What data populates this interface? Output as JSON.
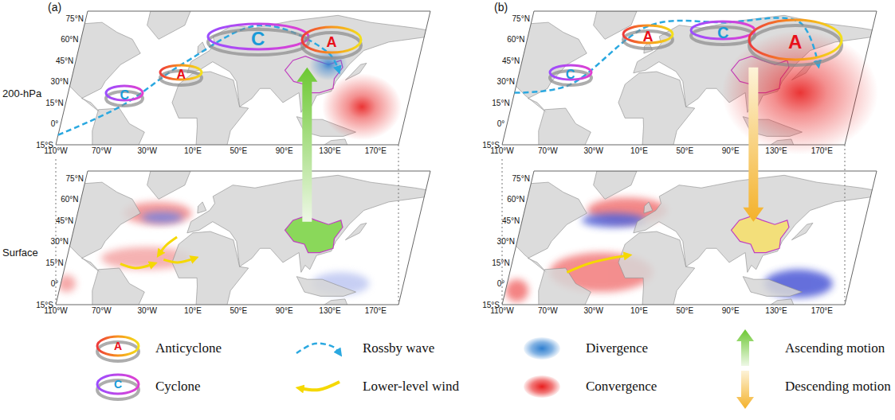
{
  "diagram": {
    "nodes": [
      {
        "text": [
          "C"
        ]
      },
      {
        "text": [
          "A"
        ]
      },
      {
        "text": [
          "C"
        ]
      },
      {
        "text": [
          "A"
        ]
      },
      {
        "text": [
          "C"
        ]
      },
      {
        "text": [
          "A"
        ]
      },
      {
        "text": [
          "C"
        ]
      },
      {
        "text": [
          "A"
        ]
      }
    ],
    "labels": [
      "(a)",
      "200-hPa",
      "Surface",
      "(b)",
      "75°N",
      "60°N",
      "45°N",
      "30°N",
      "15°N",
      "0°",
      "15°S",
      "110°W",
      "70°W",
      "30°W",
      "10°E",
      "50°E",
      "90°E",
      "130°E",
      "170°E",
      "75°N",
      "60°N",
      "45°N",
      "30°N",
      "15°N",
      "0°",
      "15°S",
      "110°W",
      "70°W",
      "30°W",
      "10°E",
      "50°E",
      "90°E",
      "130°E",
      "170°E",
      "75°N",
      "60°N",
      "45°N",
      "30°N",
      "15°N",
      "0°",
      "15°S",
      "110°W",
      "70°W",
      "30°W",
      "10°E",
      "50°E",
      "90°E",
      "130°E",
      "170°E",
      "75°N",
      "60°N",
      "45°N",
      "30°N",
      "15°N",
      "0°",
      "15°S",
      "110°W",
      "70°W",
      "30°W",
      "10°E",
      "50°E",
      "90°E",
      "130°E",
      "170°E",
      "A",
      "C"
    ],
    "legend": [
      {
        "text": "Anticyclone"
      },
      {
        "text": "Rossby wave"
      },
      {
        "text": "Divergence",
        "color": "#2f7fd0"
      },
      {
        "text": "Ascending motion"
      },
      {
        "text": "Cyclone"
      },
      {
        "text": "Lower-level wind"
      },
      {
        "text": "Convergence",
        "color": "#e81e1e"
      },
      {
        "text": "Descending motion"
      }
    ]
  }
}
